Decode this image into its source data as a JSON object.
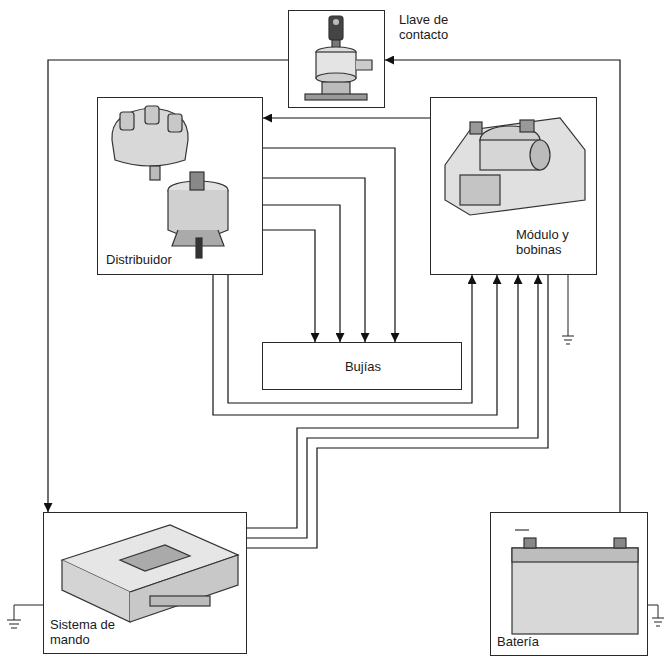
{
  "diagram": {
    "nodes": [
      {
        "text": [
          "Llave de contacto"
        ]
      },
      {
        "text": [
          "Distribuidor"
        ]
      },
      {
        "text": [
          "Módulo y bobinas"
        ]
      },
      {
        "text": [
          "Bujías"
        ]
      },
      {
        "text": [
          "Sistema de mando"
        ]
      },
      {
        "text": [
          "Batería"
        ]
      }
    ],
    "edges": [
      {
        "from": 5,
        "to": 0,
        "arrow": "to"
      },
      {
        "from": 0,
        "to": 4,
        "arrow": "to"
      },
      {
        "from": 2,
        "to": 1,
        "arrow": "to"
      },
      {
        "from": 1,
        "to": 3,
        "arrow": "to"
      },
      {
        "from": 1,
        "to": 3,
        "arrow": "to"
      },
      {
        "from": 1,
        "to": 3,
        "arrow": "to"
      },
      {
        "from": 1,
        "to": 3,
        "arrow": "to"
      },
      {
        "from": 1,
        "to": 2,
        "arrow": "to"
      },
      {
        "from": 1,
        "to": 2,
        "arrow": "to"
      },
      {
        "from": 4,
        "to": 2,
        "arrow": "to"
      },
      {
        "from": 4,
        "to": 2,
        "arrow": "to"
      },
      {
        "from": 4,
        "to": 2,
        "arrow": "none"
      }
    ]
  }
}
